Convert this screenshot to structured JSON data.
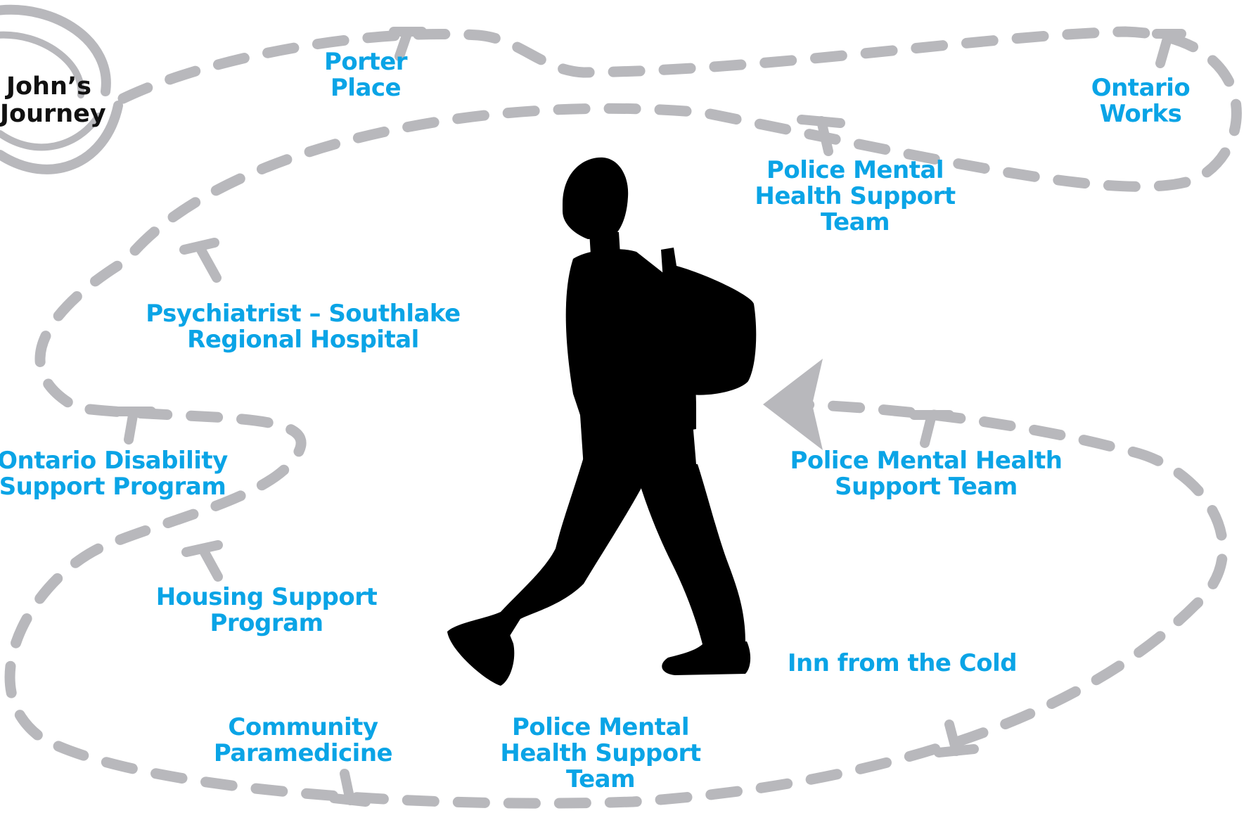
{
  "diagram": {
    "title": "John’s\nJourney",
    "colors": {
      "label": "#0aa4e6",
      "path": "#b8b8bc",
      "figure": "#000000",
      "title": "#111111"
    },
    "stops": [
      {
        "id": "porter-place",
        "label": "Porter\nPlace"
      },
      {
        "id": "ontario-works",
        "label": "Ontario\nWorks"
      },
      {
        "id": "police-mh-1",
        "label": "Police Mental\nHealth Support\nTeam"
      },
      {
        "id": "psychiatrist",
        "label": "Psychiatrist – Southlake\nRegional Hospital"
      },
      {
        "id": "odsp",
        "label": "Ontario Disability\nSupport Program"
      },
      {
        "id": "police-mh-2",
        "label": "Police Mental Health\nSupport Team"
      },
      {
        "id": "housing",
        "label": "Housing Support\nProgram"
      },
      {
        "id": "inn-cold",
        "label": "Inn from the Cold"
      },
      {
        "id": "paramedicine",
        "label": "Community\nParamedicine"
      },
      {
        "id": "police-mh-3",
        "label": "Police Mental\nHealth Support\nTeam"
      }
    ],
    "icons": {
      "figure": "walking-person-silhouette-icon",
      "arrow": "arrowhead-icon",
      "logo": "journey-circle-logo-icon"
    }
  }
}
